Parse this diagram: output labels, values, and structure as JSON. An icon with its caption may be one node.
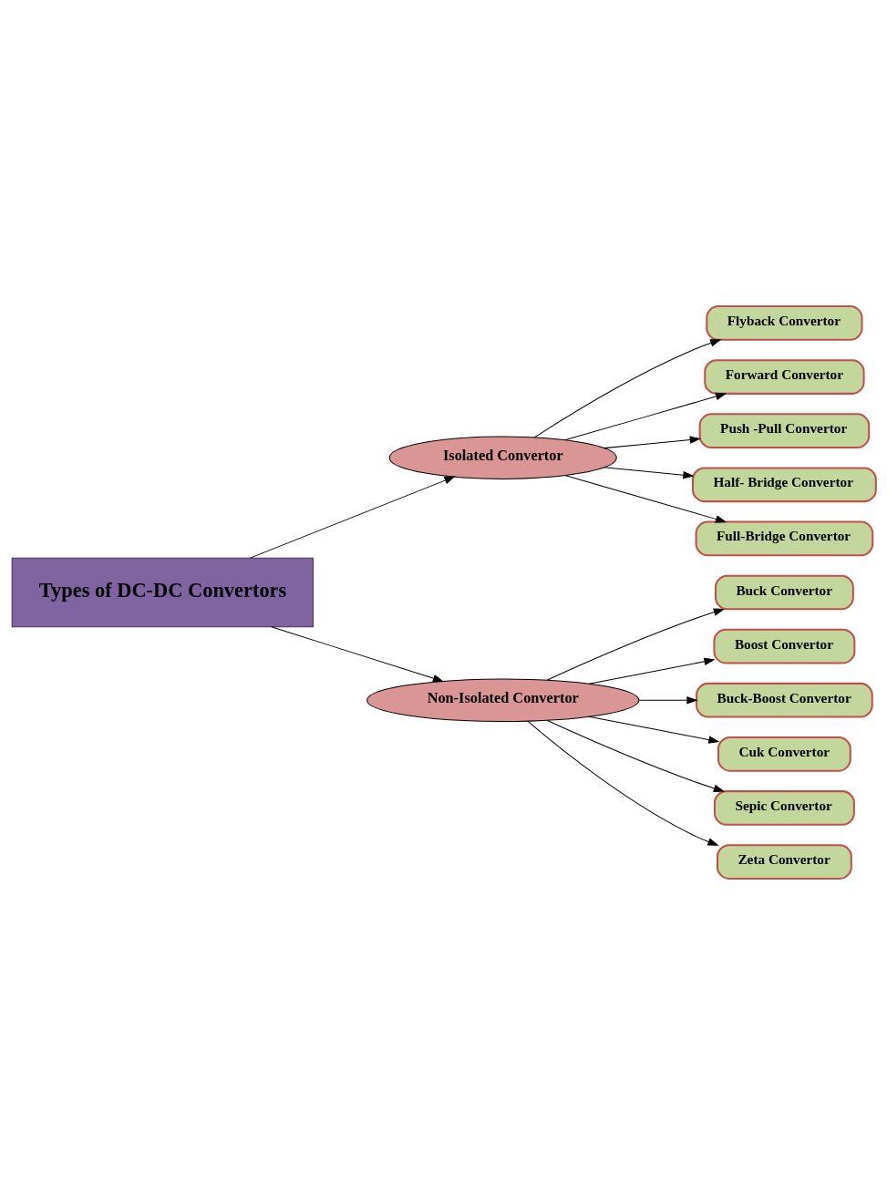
{
  "diagram": {
    "nodes": [
      {
        "text": [
          "Types of DC-DC Convertors"
        ]
      },
      {
        "text": [
          "Isolated Convertor"
        ]
      },
      {
        "text": [
          "Non-Isolated Convertor"
        ]
      },
      {
        "text": [
          "Flyback Convertor"
        ]
      },
      {
        "text": [
          "Forward Convertor"
        ]
      },
      {
        "text": [
          "Push -Pull Convertor"
        ]
      },
      {
        "text": [
          "Half- Bridge Convertor"
        ]
      },
      {
        "text": [
          "Full-Bridge Convertor"
        ]
      },
      {
        "text": [
          "Buck Convertor"
        ]
      },
      {
        "text": [
          "Boost Convertor"
        ]
      },
      {
        "text": [
          "Buck-Boost Convertor"
        ]
      },
      {
        "text": [
          "Cuk Convertor"
        ]
      },
      {
        "text": [
          "Sepic Convertor"
        ]
      },
      {
        "text": [
          "Zeta Convertor"
        ]
      }
    ],
    "edges": [
      {
        "from": 0,
        "to": 1,
        "arrow": "to"
      },
      {
        "from": 0,
        "to": 2,
        "arrow": "to"
      },
      {
        "from": 1,
        "to": 3,
        "arrow": "to"
      },
      {
        "from": 1,
        "to": 4,
        "arrow": "to"
      },
      {
        "from": 1,
        "to": 5,
        "arrow": "to"
      },
      {
        "from": 1,
        "to": 6,
        "arrow": "to"
      },
      {
        "from": 1,
        "to": 7,
        "arrow": "to"
      },
      {
        "from": 2,
        "to": 8,
        "arrow": "to"
      },
      {
        "from": 2,
        "to": 9,
        "arrow": "to"
      },
      {
        "from": 2,
        "to": 10,
        "arrow": "to"
      },
      {
        "from": 2,
        "to": 11,
        "arrow": "to"
      },
      {
        "from": 2,
        "to": 12,
        "arrow": "to"
      },
      {
        "from": 2,
        "to": 13,
        "arrow": "to"
      }
    ]
  }
}
